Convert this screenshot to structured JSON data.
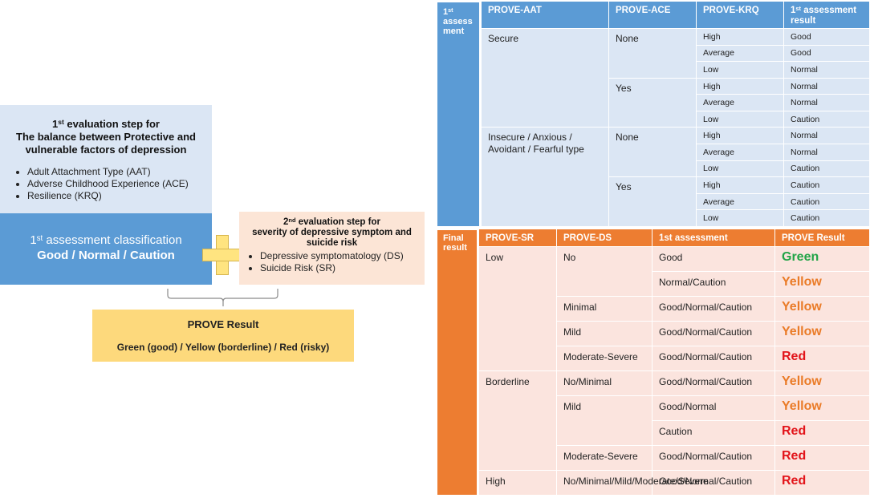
{
  "diagram": {
    "eval1": {
      "title_pre": "1",
      "title_sup": "st",
      "title_post": " evaluation step for",
      "title_line2": "The balance between Protective and vulnerable factors of depression",
      "bullets": [
        "Adult Attachment Type (AAT)",
        "Adverse Childhood Experience (ACE)",
        "Resilience (KRQ)"
      ]
    },
    "classification": {
      "line1_pre": "1",
      "line1_sup": "st",
      "line1_post": " assessment classification",
      "line2": "Good / Normal / Caution"
    },
    "eval2": {
      "title_pre": "2",
      "title_sup": "nd",
      "title_post": " evaluation step for",
      "title_line2": "severity of depressive symptom and suicide risk",
      "bullets": [
        "Depressive symptomatology (DS)",
        "Suicide Risk (SR)"
      ]
    },
    "result": {
      "title": "PROVE Result",
      "subtitle": "Green (good) / Yellow (borderline) / Red (risky)"
    }
  },
  "table1": {
    "side_pre": "1",
    "side_sup": "st",
    "side_post": " assess ment",
    "headers": [
      "PROVE-AAT",
      "PROVE-ACE",
      "PROVE-KRQ"
    ],
    "header4_pre": "1",
    "header4_sup": "st",
    "header4_post": " assessment result",
    "aat": [
      "Secure",
      "Insecure / Anxious / Avoidant / Fearful type"
    ],
    "ace": [
      "None",
      "Yes",
      "None",
      "Yes"
    ],
    "krq": [
      "High",
      "Average",
      "Low",
      "High",
      "Average",
      "Low",
      "High",
      "Average",
      "Low",
      "High",
      "Average",
      "Low"
    ],
    "result": [
      "Good",
      "Good",
      "Normal",
      "Normal",
      "Normal",
      "Caution",
      "Normal",
      "Normal",
      "Caution",
      "Caution",
      "Caution",
      "Caution"
    ]
  },
  "table2": {
    "side": "Final result",
    "headers": [
      "PROVE-SR",
      "PROVE-DS",
      "1st assessment",
      "PROVE Result"
    ],
    "sr": [
      "Low",
      "Borderline",
      "High"
    ],
    "ds": [
      "No",
      "Minimal",
      "Mild",
      "Moderate-Severe",
      "No/Minimal",
      "Mild",
      "Moderate-Severe",
      "No/Minimal/Mild/Moderate/Severe"
    ],
    "assessment": [
      "Good",
      "Normal/Caution",
      "Good/Normal/Caution",
      "Good/Normal/Caution",
      "Good/Normal/Caution",
      "Good/Normal/Caution",
      "Good/Normal",
      "Caution",
      "Good/Normal/Caution",
      "Good/Normal/Caution"
    ],
    "result": [
      "Green",
      "Yellow",
      "Yellow",
      "Yellow",
      "Red",
      "Yellow",
      "Yellow",
      "Red",
      "Red",
      "Red"
    ],
    "colors": {
      "Green": "#22a447",
      "Yellow": "#ea7b27",
      "Red": "#e2141a"
    }
  }
}
